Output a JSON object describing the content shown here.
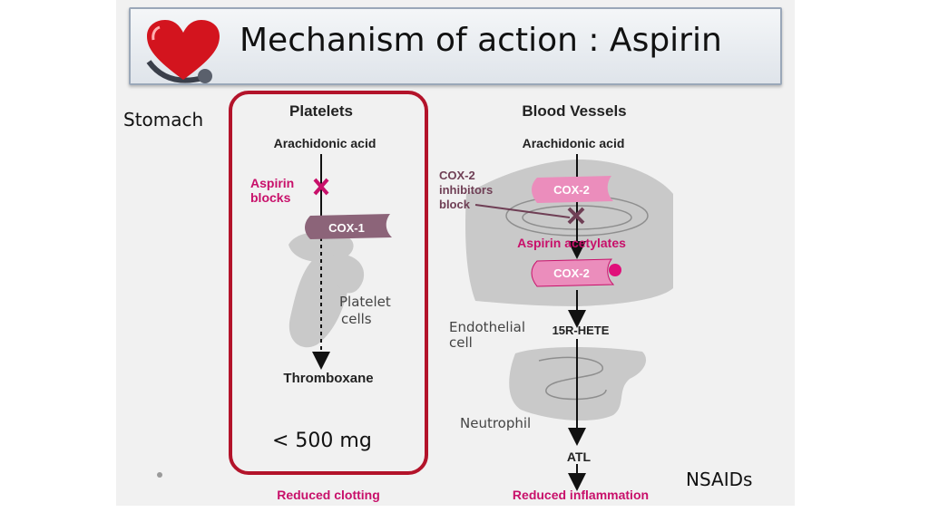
{
  "title": "Mechanism of action : Aspirin",
  "side_labels": {
    "stomach": "Stomach",
    "nsaids": "NSAIDs"
  },
  "dose": "< 500 mg",
  "platelets": {
    "heading": "Platelets",
    "substrate": "Arachidonic acid",
    "aspirin_blocks": [
      "Aspirin",
      "blocks"
    ],
    "enzyme": "COX-1",
    "cell_label": [
      "Platelet",
      "cells"
    ],
    "product": "Thromboxane",
    "outcome": "Reduced clotting"
  },
  "blood_vessels": {
    "heading": "Blood Vessels",
    "substrate": "Arachidonic acid",
    "inhibitors_label": [
      "COX-2",
      "inhibitors",
      "block"
    ],
    "enzyme_top": "COX-2",
    "aspirin_acetylates": "Aspirin acetylates",
    "enzyme_bottom": "COX-2",
    "endothelial_label": [
      "Endothelial",
      "cell"
    ],
    "intermediate": "15R-HETE",
    "neutrophil_label": "Neutrophil",
    "product": "ATL",
    "outcome": "Reduced inflammation"
  },
  "colors": {
    "magenta": "#c8106a",
    "dark_red": "#b3132a",
    "cox1_fill": "#8c6479",
    "cox2_fill": "#eb8dbc",
    "cell_fill": "#c9c9c9",
    "inhibitor_text": "#6f3f55"
  }
}
